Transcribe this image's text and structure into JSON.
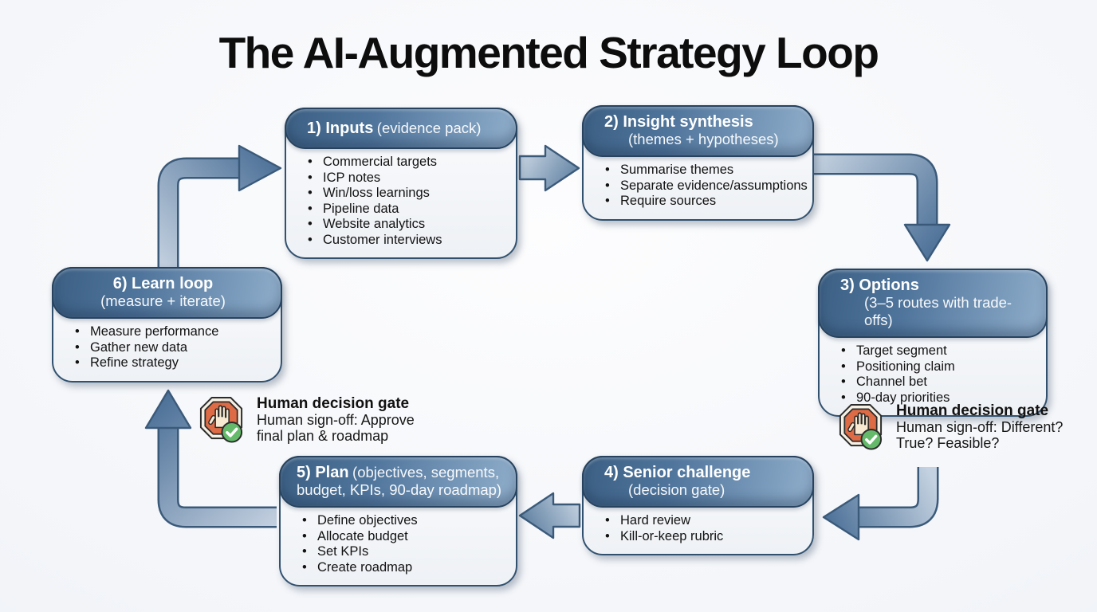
{
  "title": "The AI-Augmented Strategy Loop",
  "stages": [
    {
      "title": "1) Inputs",
      "subtitle": "(evidence pack)",
      "items": [
        "Commercial targets",
        "ICP notes",
        "Win/loss learnings",
        "Pipeline data",
        "Website analytics",
        "Customer interviews"
      ]
    },
    {
      "title": "2) Insight synthesis",
      "subtitle": "(themes + hypotheses)",
      "items": [
        "Summarise themes",
        "Separate evidence/assumptions",
        "Require sources"
      ]
    },
    {
      "title": "3) Options",
      "subtitle": "(3–5 routes with trade-offs)",
      "items": [
        "Target segment",
        "Positioning claim",
        "Channel bet",
        "90-day priorities"
      ]
    },
    {
      "title": "4) Senior challenge",
      "subtitle": "(decision gate)",
      "items": [
        "Hard review",
        "Kill-or-keep rubric"
      ]
    },
    {
      "title": "5) Plan",
      "subtitle": "(objectives, segments, budget, KPIs, 90-day roadmap)",
      "items": [
        "Define objectives",
        "Allocate budget",
        "Set KPIs",
        "Create roadmap"
      ]
    },
    {
      "title": "6) Learn loop",
      "subtitle": "(measure + iterate)",
      "items": [
        "Measure performance",
        "Gather new data",
        "Refine strategy"
      ]
    }
  ],
  "gates": [
    {
      "title": "Human decision gate",
      "text": "Human sign-off: Approve final plan & roadmap"
    },
    {
      "title": "Human decision gate",
      "text": "Human sign-off: Different? True? Feasible?"
    }
  ],
  "colors": {
    "header_dark": "#3c6084",
    "header_light": "#90aecb",
    "box_border": "#31516f",
    "arrow_light": "#c8d5e3",
    "arrow_dark": "#4d7198",
    "arrow_outline": "#3b5a7a",
    "stop_sign_orange": "#dd6b45",
    "check_green": "#64b96a",
    "title_text": "#0d0d0d"
  }
}
